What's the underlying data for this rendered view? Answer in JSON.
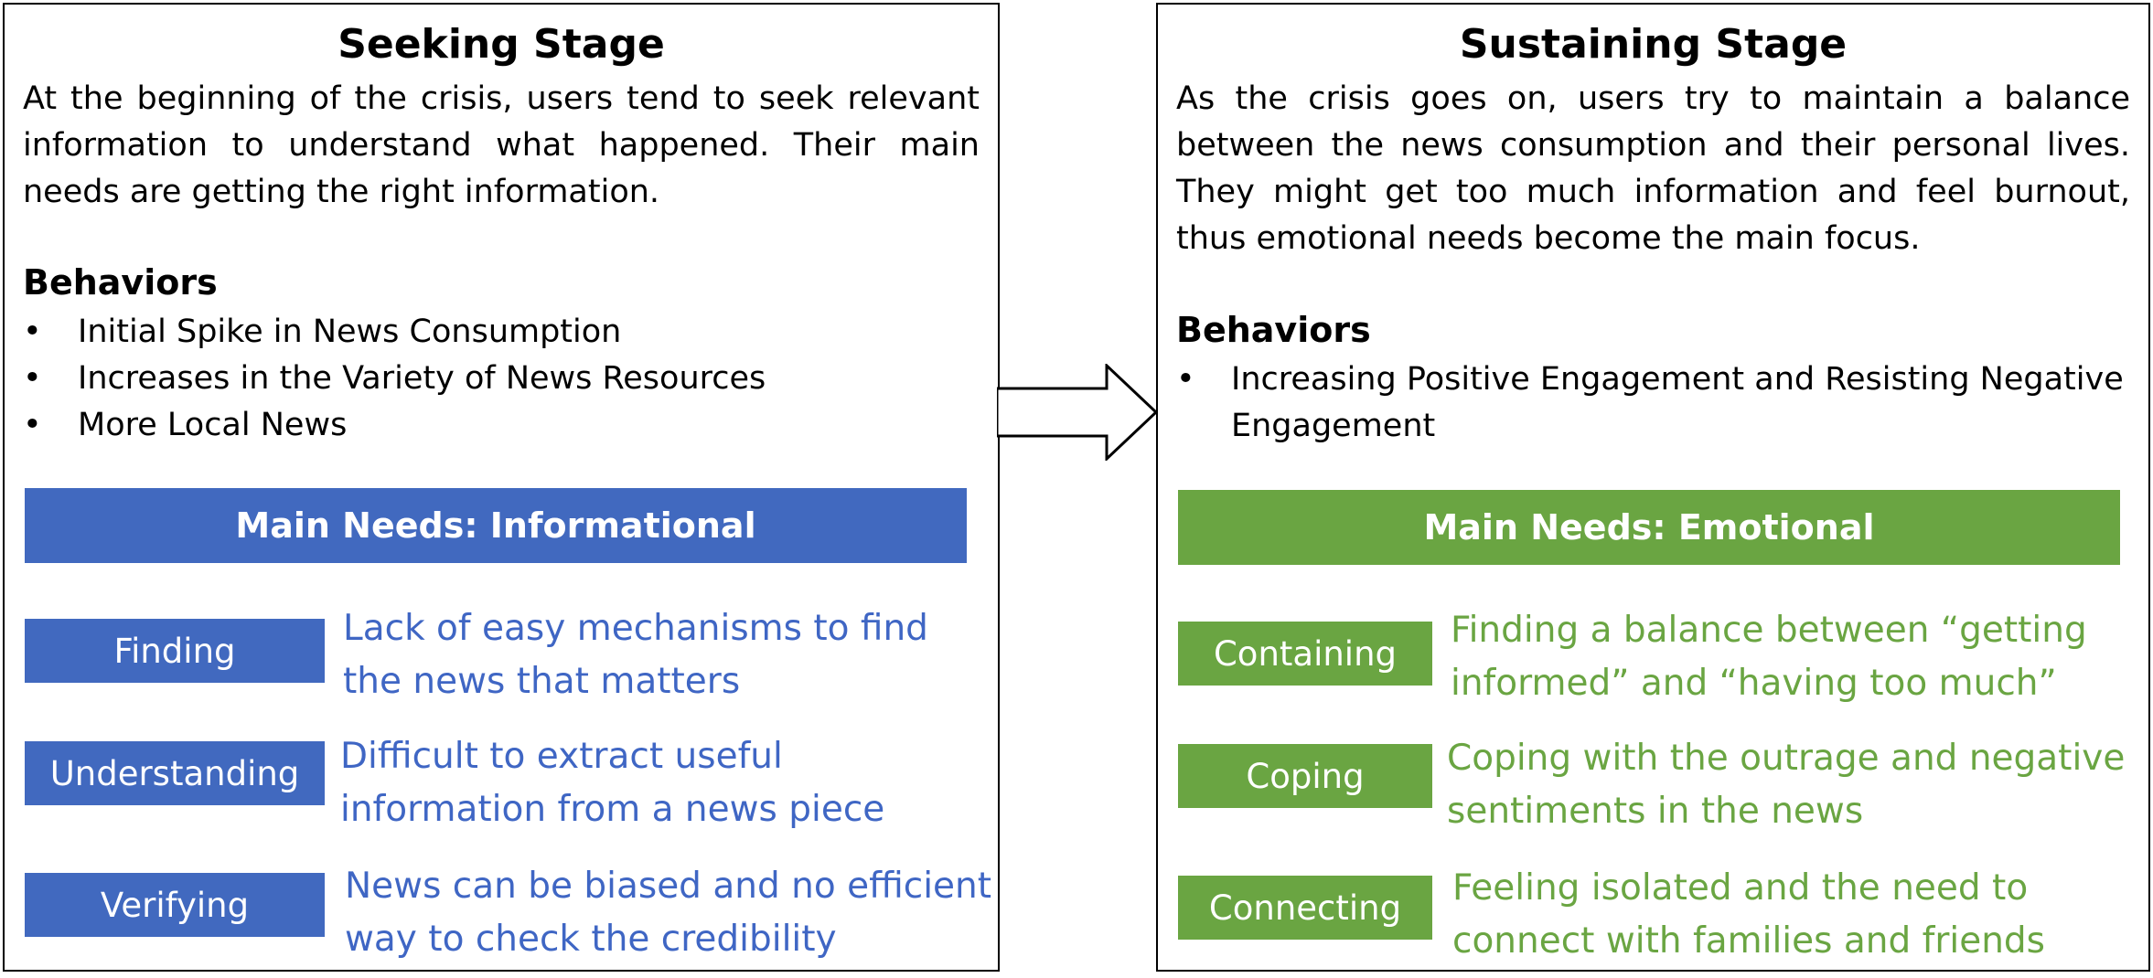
{
  "left": {
    "title": "Seeking Stage",
    "description": "At the beginning of the crisis, users tend to seek relevant information to understand what happened. Their main needs are getting the right information.",
    "behaviors_title": "Behaviors",
    "behaviors": [
      "Initial Spike in News Consumption",
      "Increases in the Variety of News Resources",
      "More Local News"
    ],
    "needs_label": "Main Needs: Informational",
    "needs": [
      {
        "tag": "Finding",
        "text": "Lack of easy mechanisms to find the news that matters"
      },
      {
        "tag": "Understanding",
        "text": "Difficult to extract useful information from a news piece"
      },
      {
        "tag": "Verifying",
        "text": "News can be biased and no efficient way to check the credibility"
      }
    ]
  },
  "right": {
    "title": "Sustaining Stage",
    "description": "As the crisis goes on, users try to maintain a balance between the news consumption and their personal lives. They might get too much information and feel burnout, thus emotional needs become the main focus.",
    "behaviors_title": "Behaviors",
    "behaviors": [
      "Increasing Positive Engagement and Resisting Negative Engagement"
    ],
    "needs_label": "Main Needs: Emotional",
    "needs": [
      {
        "tag": "Containing",
        "text": "Finding a balance between “getting informed” and “having too much”"
      },
      {
        "tag": "Coping",
        "text": "Coping with the outrage and negative sentiments in the news"
      },
      {
        "tag": "Connecting",
        "text": "Feeling isolated and the need to connect with families and friends"
      }
    ]
  },
  "bullet_symbol": "•",
  "colors": {
    "blue": "#4169bf",
    "green": "#6aa542"
  },
  "arrow_icon": "right-arrow-icon"
}
